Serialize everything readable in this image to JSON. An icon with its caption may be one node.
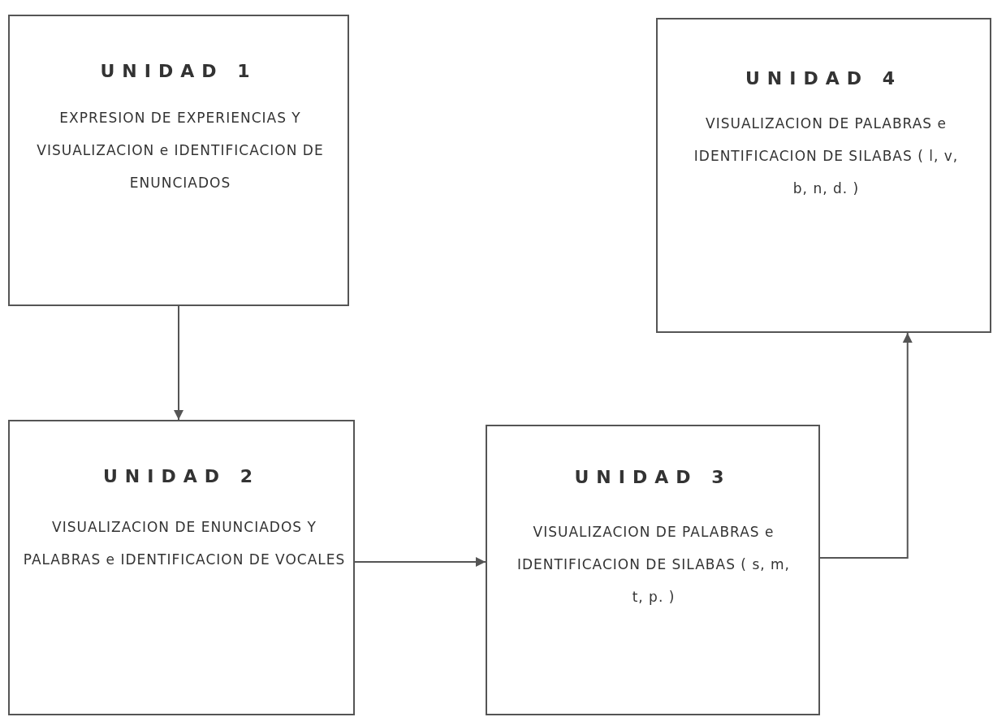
{
  "diagram": {
    "nodes": [
      {
        "text": [
          "UNIDAD 1",
          "EXPRESION DE EXPERIENCIAS Y VISUALIZACION e IDENTIFICACION DE ENUNCIADOS"
        ]
      },
      {
        "text": [
          "UNIDAD 2",
          "VISUALIZACION DE ENUNCIADOS Y PALABRAS e IDENTIFICACION DE VOCALES"
        ]
      },
      {
        "text": [
          "UNIDAD 3",
          "VISUALIZACION DE PALABRAS e IDENTIFICACION DE SILABAS ( s, m, t, p. )"
        ]
      },
      {
        "text": [
          "UNIDAD 4",
          "VISUALIZACION DE PALABRAS e IDENTIFICACION DE SILABAS ( l, v, b, n, d. )"
        ]
      }
    ],
    "edges": [
      {
        "from": 0,
        "to": 1,
        "arrow": "to"
      },
      {
        "from": 1,
        "to": 2,
        "arrow": "to"
      },
      {
        "from": 2,
        "to": 3,
        "arrow": "to"
      }
    ]
  }
}
